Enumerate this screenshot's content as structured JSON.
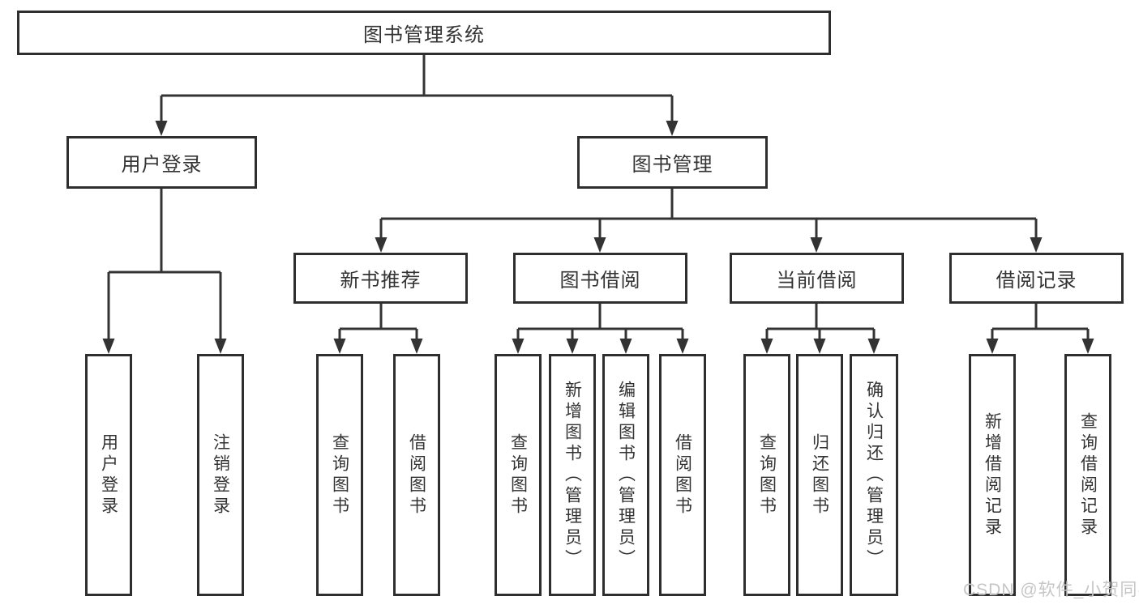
{
  "colors": {
    "line": "#333333",
    "box_border": "#2e2e2e",
    "text": "#333333",
    "watermark": "#c6c6c6",
    "background": "#ffffff"
  },
  "watermark": {
    "text": "CSDN @软件_小贺同学"
  },
  "tree": {
    "label": "图书管理系统",
    "children": [
      {
        "label": "用户登录",
        "children": [
          {
            "label": "用户登录"
          },
          {
            "label": "注销登录"
          }
        ]
      },
      {
        "label": "图书管理",
        "children": [
          {
            "label": "新书推荐",
            "children": [
              {
                "label": "查询图书"
              },
              {
                "label": "借阅图书"
              }
            ]
          },
          {
            "label": "图书借阅",
            "children": [
              {
                "label": "查询图书"
              },
              {
                "label": "新增图书（管理员）"
              },
              {
                "label": "编辑图书（管理员）"
              },
              {
                "label": "借阅图书"
              }
            ]
          },
          {
            "label": "当前借阅",
            "children": [
              {
                "label": "查询图书"
              },
              {
                "label": "归还图书"
              },
              {
                "label": "确认归还（管理员）"
              }
            ]
          },
          {
            "label": "借阅记录",
            "children": [
              {
                "label": "新增借阅记录"
              },
              {
                "label": "查询借阅记录"
              }
            ]
          }
        ]
      }
    ]
  }
}
